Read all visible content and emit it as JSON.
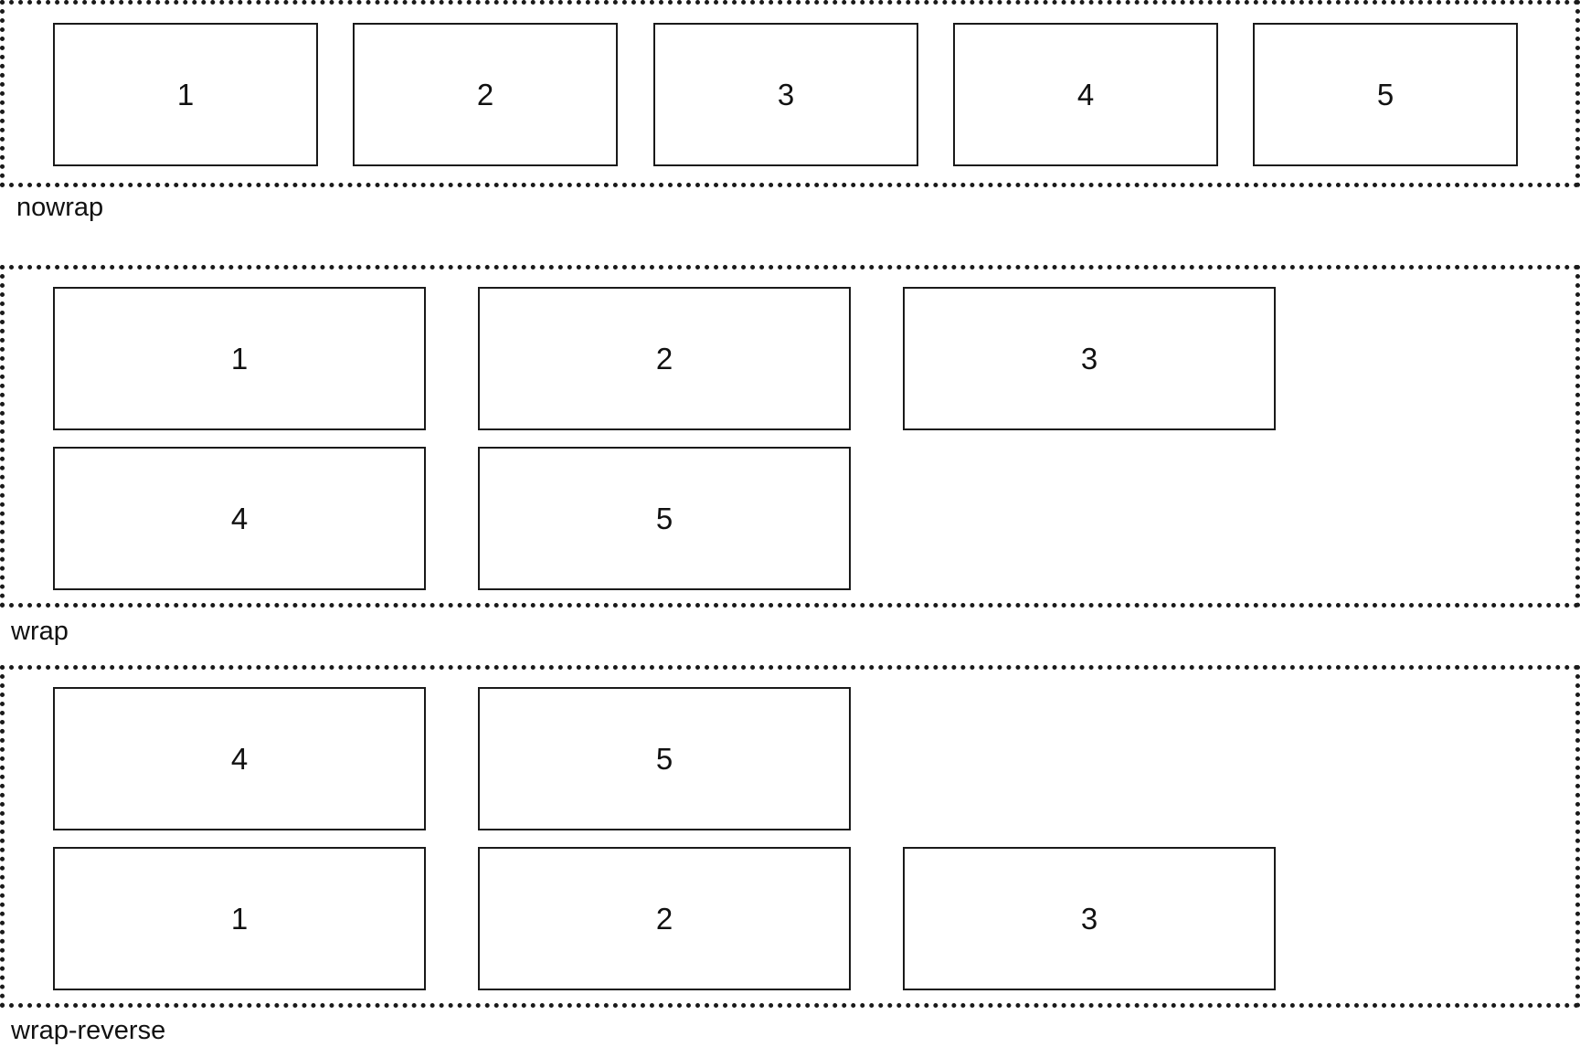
{
  "panels": [
    {
      "label": "nowrap",
      "rows": [
        [
          "1",
          "2",
          "3",
          "4",
          "5"
        ]
      ]
    },
    {
      "label": "wrap",
      "rows": [
        [
          "1",
          "2",
          "3"
        ],
        [
          "4",
          "5"
        ]
      ]
    },
    {
      "label": "wrap-reverse",
      "rows": [
        [
          "4",
          "5"
        ],
        [
          "1",
          "2",
          "3"
        ]
      ]
    }
  ]
}
